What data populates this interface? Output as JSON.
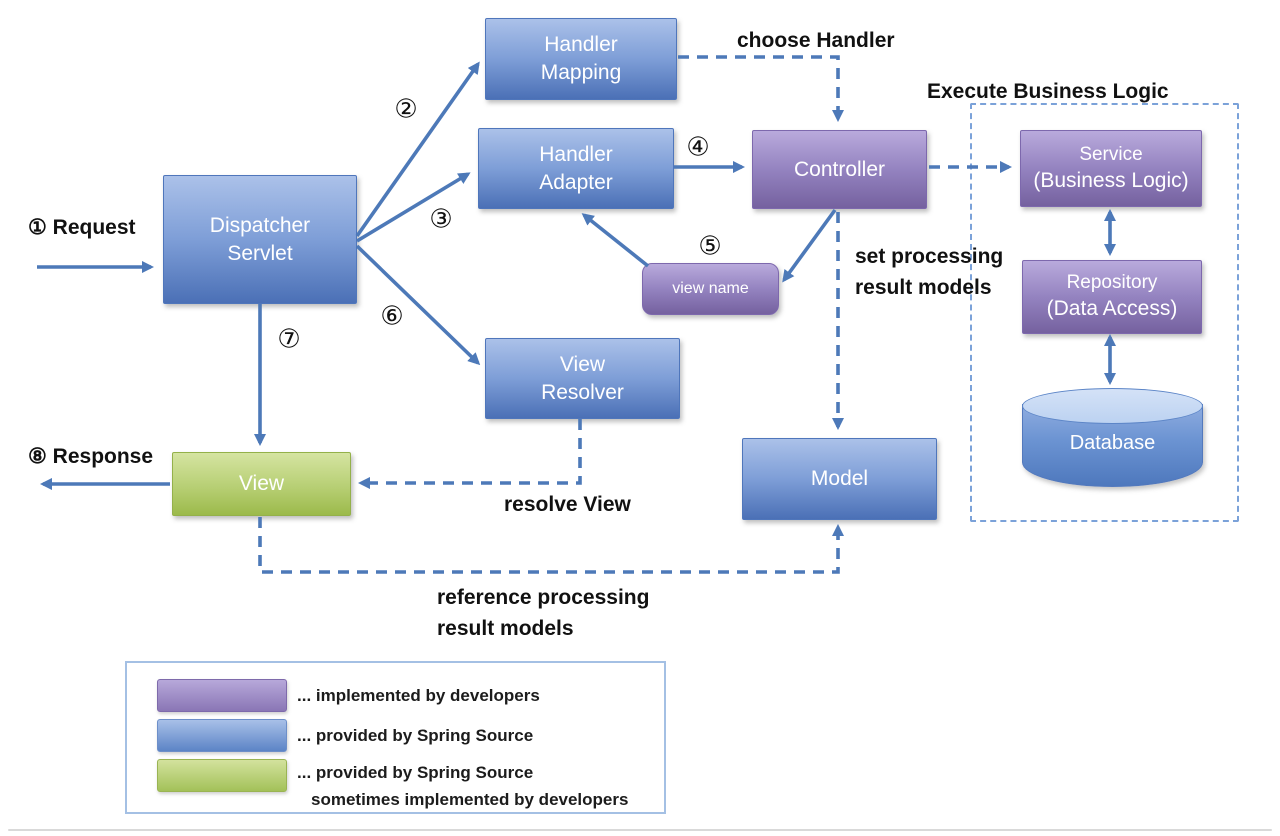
{
  "diagram": {
    "business_logic_group": {
      "title": "Execute Business Logic"
    },
    "nodes": {
      "dispatcher_servlet": {
        "line1": "Dispatcher",
        "line2": "Servlet"
      },
      "handler_mapping": {
        "line1": "Handler",
        "line2": "Mapping"
      },
      "handler_adapter": {
        "line1": "Handler",
        "line2": "Adapter"
      },
      "controller": {
        "label": "Controller"
      },
      "view_name": {
        "label": "view name"
      },
      "service": {
        "label": "Service",
        "sublabel": "(Business Logic)"
      },
      "repository": {
        "label": "Repository",
        "sublabel": "(Data Access)"
      },
      "database": {
        "label": "Database"
      },
      "view_resolver": {
        "line1": "View",
        "line2": "Resolver"
      },
      "view": {
        "label": "View"
      },
      "model": {
        "label": "Model"
      }
    },
    "flow_labels": {
      "request": {
        "step": "①",
        "text": "Request"
      },
      "response": {
        "step": "⑧",
        "text": "Response"
      },
      "choose_handler": "choose Handler",
      "set_processing": {
        "line1": "set processing",
        "line2": "result models"
      },
      "resolve_view": "resolve View",
      "reference_processing": {
        "line1": "reference processing",
        "line2": "result models"
      }
    },
    "steps": {
      "s2": "②",
      "s3": "③",
      "s4": "④",
      "s5": "⑤",
      "s6": "⑥",
      "s7": "⑦"
    }
  },
  "legend": {
    "items": [
      {
        "swatch": "purple",
        "color": "#8a76b5",
        "lines": [
          "... implemented by developers"
        ]
      },
      {
        "swatch": "blue",
        "color": "#5c84c6",
        "lines": [
          "... provided by Spring Source"
        ]
      },
      {
        "swatch": "green",
        "color": "#a3c159",
        "lines": [
          "... provided by Spring Source",
          "sometimes implemented by developers"
        ]
      }
    ]
  },
  "colors": {
    "arrow": "#4d79b8",
    "blue_box_top": "#abc1e9",
    "blue_box_bottom": "#4b70b6",
    "purple_box_top": "#b9aadc",
    "purple_box_bottom": "#75619f",
    "green_box_top": "#d5e4a1",
    "green_box_bottom": "#9cba4b",
    "group_dashed_border": "#7ba2d9",
    "legend_border": "#a4c0e4"
  }
}
